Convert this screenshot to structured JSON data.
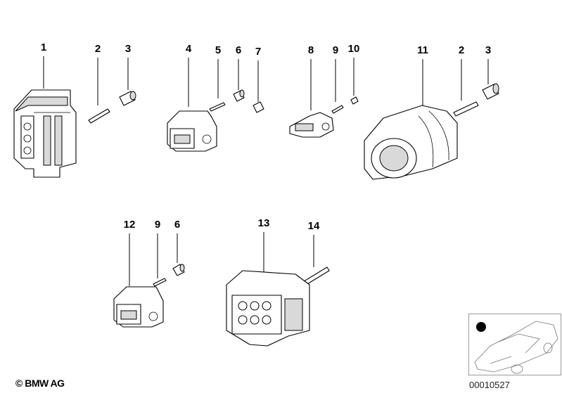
{
  "diagram": {
    "labels_top": [
      "1",
      "2",
      "3",
      "4",
      "5",
      "6",
      "7",
      "8",
      "9",
      "10",
      "11",
      "2",
      "3"
    ],
    "labels_bottom": [
      "12",
      "9",
      "6",
      "13",
      "14"
    ]
  },
  "footer": {
    "copyright": "© BMW AG",
    "reference_number": "00010527"
  },
  "thumbnail": {
    "icon": "car-outline-icon",
    "marker_color": "#000000"
  }
}
